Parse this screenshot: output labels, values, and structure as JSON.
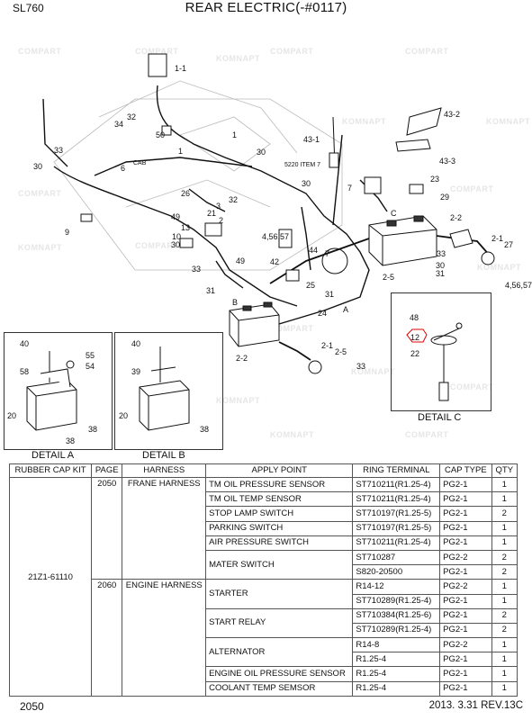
{
  "header": {
    "model": "SL760",
    "title": "REAR ELECTRIC(-#0117)"
  },
  "watermark": {
    "texts": [
      "COMPART",
      "KOMNAPT"
    ],
    "color": "#e6e6e6"
  },
  "callouts": {
    "main": [
      "1-1",
      "1",
      "34",
      "32",
      "50",
      "6",
      "CAB",
      "33",
      "30",
      "30",
      "1",
      "30",
      "7",
      "43-1",
      "5220 ITEM 7",
      "43-2",
      "43-3",
      "23",
      "29",
      "9",
      "26",
      "32",
      "21",
      "3",
      "49",
      "2",
      "13",
      "10",
      "30",
      "49",
      "33",
      "44",
      "42",
      "25",
      "31",
      "31",
      "24",
      "A",
      "B",
      "C",
      "7",
      "4,56,57",
      "2-2",
      "2-1",
      "27",
      "33",
      "30",
      "31",
      "2-5",
      "4,56,57",
      "2-2",
      "2-1",
      "2-5",
      "33"
    ],
    "detail_a": [
      "40",
      "55",
      "54",
      "58",
      "20",
      "38"
    ],
    "detail_b": [
      "40",
      "39",
      "20",
      "38"
    ],
    "detail_c": [
      "48",
      "12",
      "22"
    ]
  },
  "details": {
    "a": "DETAIL A",
    "b": "DETAIL B",
    "c": "DETAIL C"
  },
  "table": {
    "headers": [
      "RUBBER CAP KIT",
      "PAGE",
      "HARNESS",
      "APPLY POINT",
      "RING TERMINAL",
      "CAP TYPE",
      "QTY"
    ],
    "kit": "21Z1-61110",
    "groups": [
      {
        "page": "2050",
        "harness": "FRANE HARNESS"
      },
      {
        "page": "2060",
        "harness": "ENGINE HARNESS"
      }
    ],
    "rows": [
      {
        "apply": "TM OIL PRESSURE SENSOR",
        "ring": "ST710211(R1.25-4)",
        "cap": "PG2-1",
        "qty": "1"
      },
      {
        "apply": "TM OIL TEMP SENSOR",
        "ring": "ST710211(R1.25-4)",
        "cap": "PG2-1",
        "qty": "1"
      },
      {
        "apply": "STOP LAMP SWITCH",
        "ring": "ST710197(R1.25-5)",
        "cap": "PG2-1",
        "qty": "2"
      },
      {
        "apply": "PARKING SWITCH",
        "ring": "ST710197(R1.25-5)",
        "cap": "PG2-1",
        "qty": "1"
      },
      {
        "apply": "AIR PRESSURE SWITCH",
        "ring": "ST710211(R1.25-4)",
        "cap": "PG2-1",
        "qty": "1"
      },
      {
        "apply": "MATER SWITCH",
        "ring": "ST710287",
        "cap": "PG2-2",
        "qty": "2"
      },
      {
        "apply": "",
        "ring": "S820-20500",
        "cap": "PG2-1",
        "qty": "2"
      },
      {
        "apply": "STARTER",
        "ring": "R14-12",
        "cap": "PG2-2",
        "qty": "1"
      },
      {
        "apply": "",
        "ring": "ST710289(R1.25-4)",
        "cap": "PG2-1",
        "qty": "1"
      },
      {
        "apply": "START RELAY",
        "ring": "ST710384(R1.25-6)",
        "cap": "PG2-1",
        "qty": "2"
      },
      {
        "apply": "",
        "ring": "ST710289(R1.25-4)",
        "cap": "PG2-1",
        "qty": "2"
      },
      {
        "apply": "ALTERNATOR",
        "ring": "R14-8",
        "cap": "PG2-2",
        "qty": "1"
      },
      {
        "apply": "",
        "ring": "R1.25-4",
        "cap": "PG2-1",
        "qty": "1"
      },
      {
        "apply": "ENGINE OIL PRESSURE SENSOR",
        "ring": "R1.25-4",
        "cap": "PG2-1",
        "qty": "1"
      },
      {
        "apply": "COOLANT TEMP SEMSOR",
        "ring": "R1.25-4",
        "cap": "PG2-1",
        "qty": "1"
      }
    ]
  },
  "footer": {
    "page": "2050",
    "revision": "2013. 3.31  REV.13C"
  }
}
